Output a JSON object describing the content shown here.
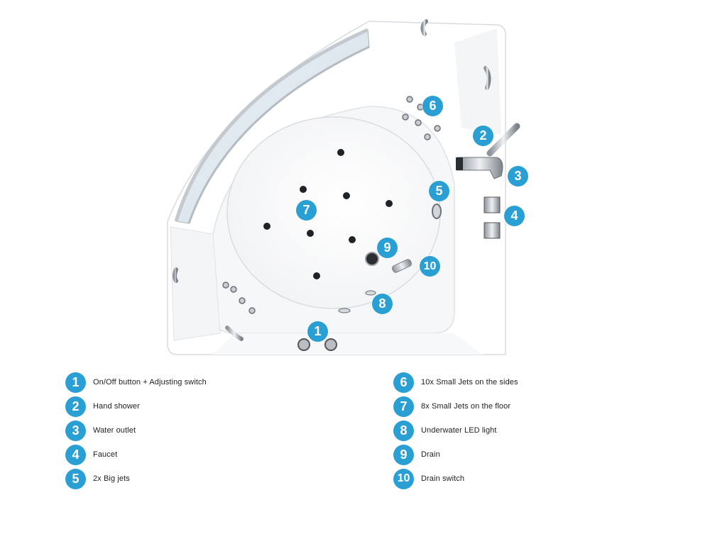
{
  "diagram": {
    "badges": [
      {
        "num": "1"
      },
      {
        "num": "2"
      },
      {
        "num": "3"
      },
      {
        "num": "4"
      },
      {
        "num": "5"
      },
      {
        "num": "6"
      },
      {
        "num": "7"
      },
      {
        "num": "8"
      },
      {
        "num": "9"
      },
      {
        "num": "10"
      }
    ]
  },
  "legend": {
    "left": [
      {
        "num": "1",
        "label": "On/Off button + Adjusting switch"
      },
      {
        "num": "2",
        "label": "Hand shower"
      },
      {
        "num": "3",
        "label": "Water outlet"
      },
      {
        "num": "4",
        "label": "Faucet"
      },
      {
        "num": "5",
        "label": "2x Big jets"
      }
    ],
    "right": [
      {
        "num": "6",
        "label": "10x Small Jets on the sides"
      },
      {
        "num": "7",
        "label": "8x Small Jets on the floor"
      },
      {
        "num": "8",
        "label": "Underwater LED light"
      },
      {
        "num": "9",
        "label": "Drain"
      },
      {
        "num": "10",
        "label": "Drain switch"
      }
    ]
  },
  "colors": {
    "badge": "#2a9fd3",
    "tub": "#ffffff",
    "glass": "#dce8f2",
    "chrome": "#b8bcc2"
  }
}
